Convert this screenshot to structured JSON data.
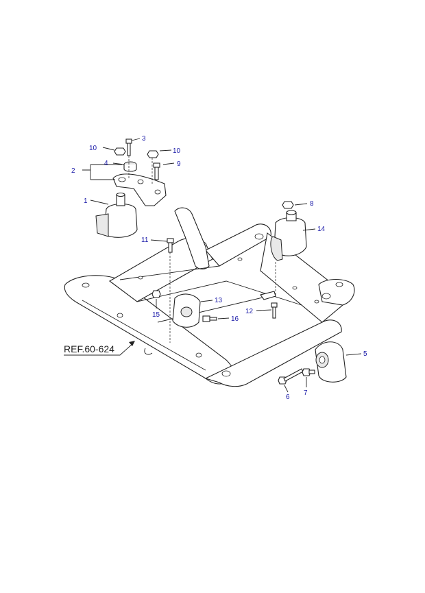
{
  "callouts": {
    "c1": "1",
    "c2": "2",
    "c3": "3",
    "c4": "4",
    "c5": "5",
    "c6": "6",
    "c7": "7",
    "c8": "8",
    "c9": "9",
    "c10a": "10",
    "c10b": "10",
    "c11": "11",
    "c12": "12",
    "c13": "13",
    "c14": "14",
    "c15": "15",
    "c16": "16"
  },
  "reference": "REF.60-624",
  "colors": {
    "callout": "#1a1aa8",
    "line": "#222222"
  }
}
